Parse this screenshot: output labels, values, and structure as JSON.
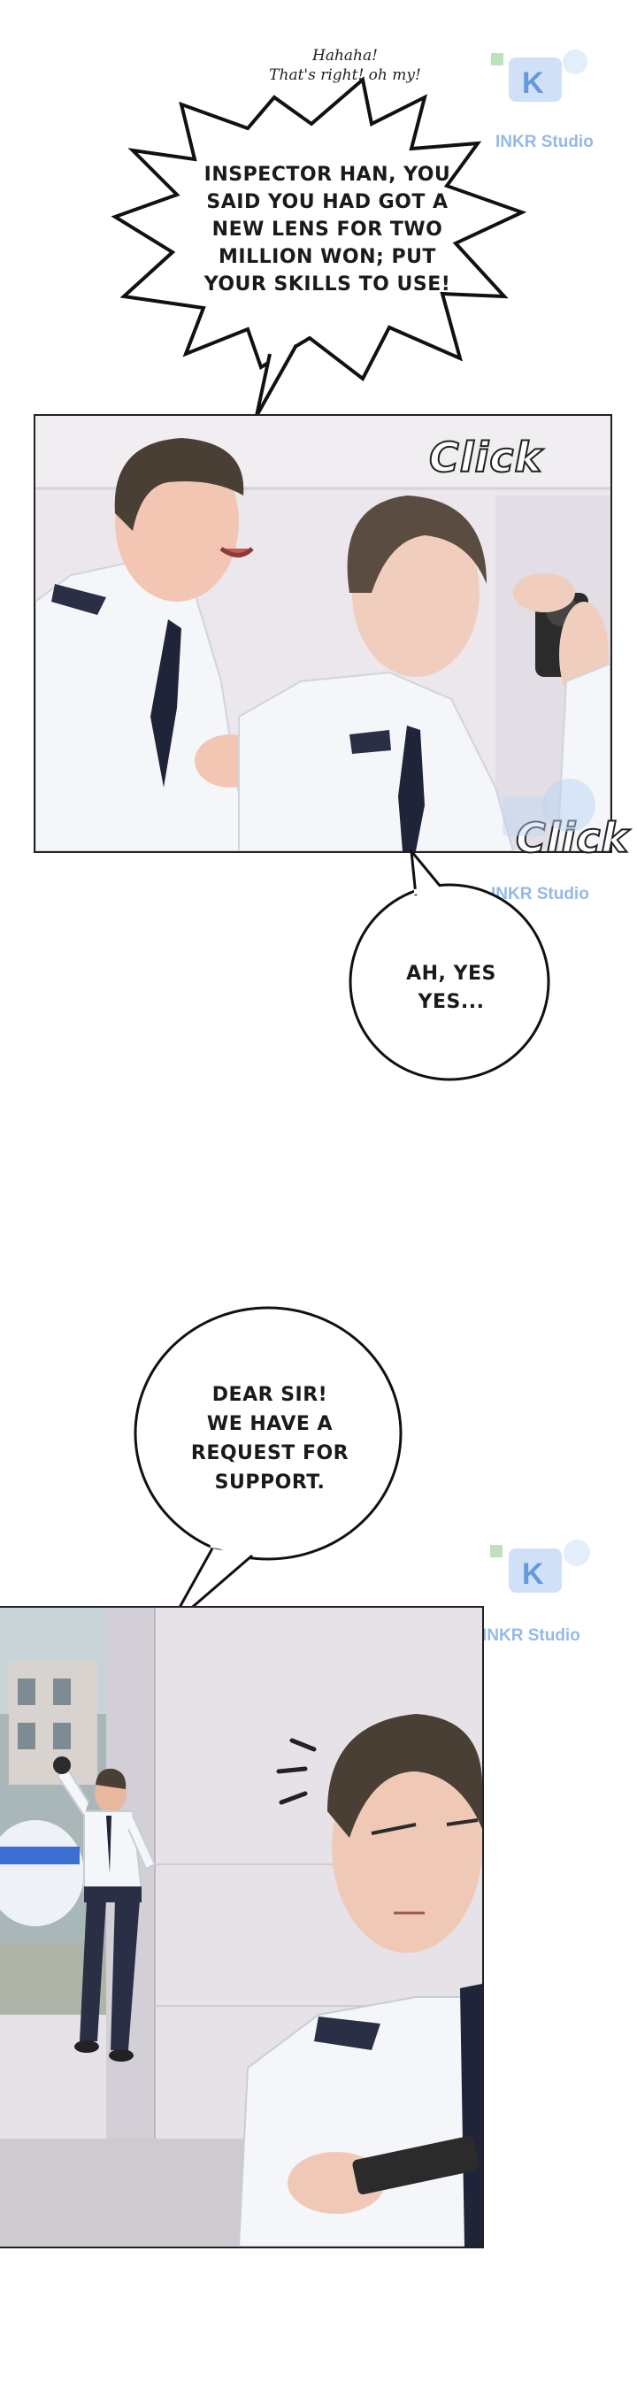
{
  "bubbles": {
    "top_aside_line1": "Hahaha!",
    "top_aside_line2": "That's right! oh my!",
    "inspector_line1": "INSPECTOR HAN, YOU",
    "inspector_line2": "SAID YOU HAD GOT A",
    "inspector_line3": "NEW LENS FOR TWO",
    "inspector_line4": "MILLION WON; PUT",
    "inspector_line5": "YOUR SKILLS TO USE!",
    "ah_yes_line1": "AH, YES",
    "ah_yes_line2": "YES...",
    "dear_sir_line1": "DEAR SIR!",
    "dear_sir_line2": "WE HAVE A",
    "dear_sir_line3": "REQUEST FOR",
    "dear_sir_line4": "SUPPORT."
  },
  "sfx": {
    "click_1": "Click",
    "click_2": "Click"
  },
  "watermarks": {
    "studio_1": "INKR Studio",
    "studio_2": "INKR Studio",
    "studio_3": "INKR Studio"
  },
  "colors": {
    "shirt": "#f2f4f7",
    "tie": "#1f2438",
    "hair": "#4a3f35",
    "wall": "#ece8ec",
    "watermark": "#6fa3e0"
  }
}
